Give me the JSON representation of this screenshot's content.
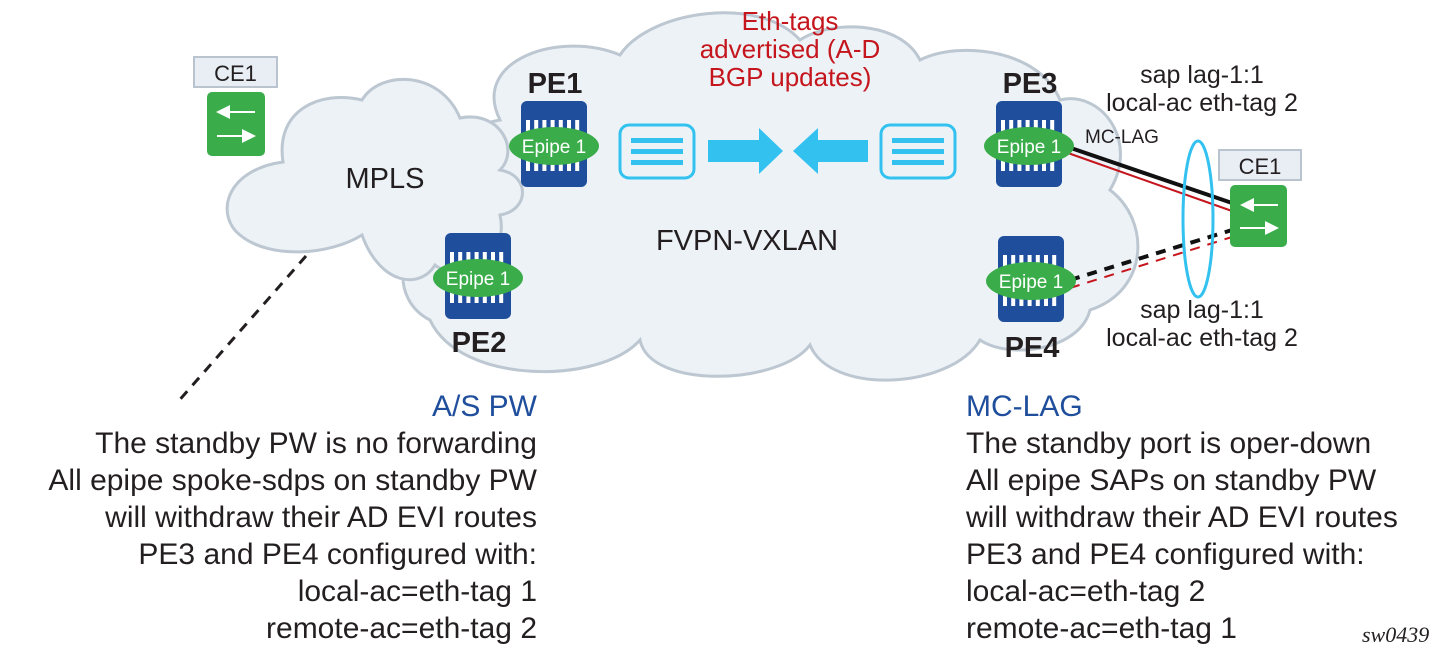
{
  "figure_id": "sw0439",
  "colors": {
    "cloud_fill": "#edf2f7",
    "cloud_stroke": "#bcc7d1",
    "router_blue": "#1f4e9c",
    "service_green": "#3aad4a",
    "ce_green": "#3aad4a",
    "ce_label_bg": "#e8eef4",
    "ce_label_border": "#b9c4cf",
    "bgp_cyan": "#33c2f0",
    "annotation_red": "#c4161c",
    "heading_blue": "#1f4e9c",
    "text_dark": "#231f20"
  },
  "clouds": {
    "mpls": {
      "label": "MPLS"
    },
    "evpn": {
      "label": "FVPN-VXLAN"
    }
  },
  "ce_left": {
    "label": "CE1",
    "icon": "switch-arrows-icon"
  },
  "ce_right": {
    "label": "CE1",
    "icon": "switch-arrows-icon"
  },
  "routers": [
    {
      "id": "pe1",
      "label": "PE1",
      "service": "Epipe 1"
    },
    {
      "id": "pe2",
      "label": "PE2",
      "service": "Epipe 1"
    },
    {
      "id": "pe3",
      "label": "PE3",
      "service": "Epipe 1"
    },
    {
      "id": "pe4",
      "label": "PE4",
      "service": "Epipe 1"
    }
  ],
  "bgp_annotation": {
    "lines": [
      "Eth-tags",
      "advertised (A-D",
      "BGP updates)"
    ]
  },
  "mc_lag_link_label": "MC-LAG",
  "sap_top": {
    "lines": [
      "sap lag-1:1",
      "local-ac eth-tag 2"
    ]
  },
  "sap_bottom": {
    "lines": [
      "sap lag-1:1",
      "local-ac eth-tag 2"
    ]
  },
  "left_note": {
    "heading": "A/S PW",
    "lines": [
      "The standby PW is no forwarding",
      "All epipe spoke-sdps on standby PW",
      "will withdraw their AD EVI routes",
      "PE3 and PE4 configured with:",
      "local-ac=eth-tag 1",
      "remote-ac=eth-tag 2"
    ]
  },
  "right_note": {
    "heading": "MC-LAG",
    "lines": [
      "The standby port is oper-down",
      "All epipe SAPs on standby PW",
      "will withdraw their AD EVI routes",
      "PE3 and PE4 configured with:",
      "local-ac=eth-tag 2",
      "remote-ac=eth-tag 1"
    ]
  }
}
